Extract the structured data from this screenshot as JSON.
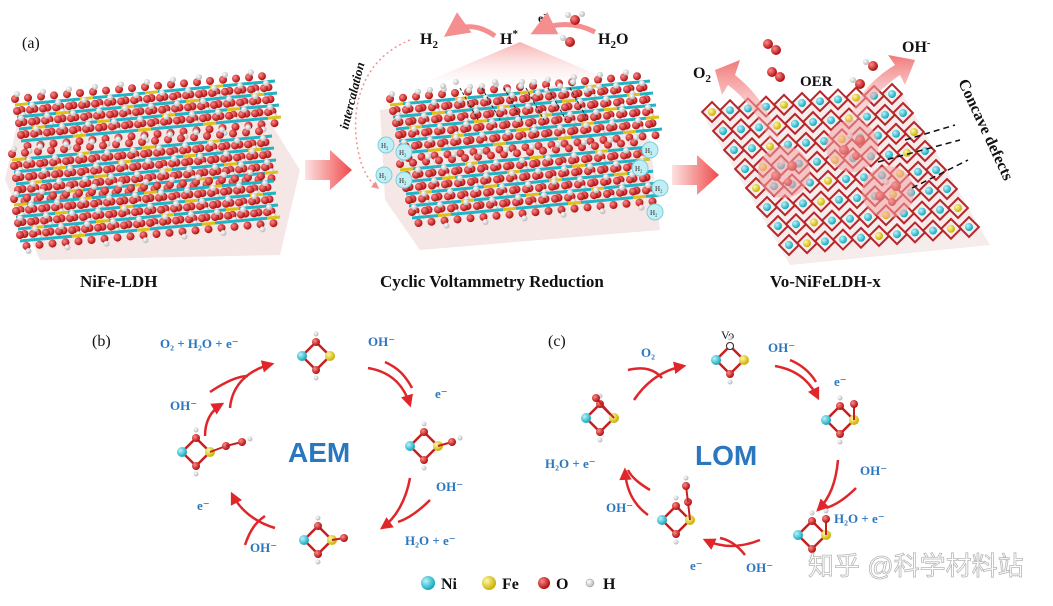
{
  "panels": {
    "a": {
      "label": "(a)",
      "captions": [
        "NiFe-LDH",
        "Cyclic Voltammetry Reduction",
        "Vo-NiFeLDH-x"
      ],
      "h2_top": "H",
      "h2_top_sub": "2",
      "h_star": "H",
      "h_star_sup": "*",
      "electron": "e",
      "electron_sup": "-",
      "h2o": "H",
      "h2o_sub": "2",
      "h2o_end": "O",
      "intercalation": "intercalation",
      "h2_bubble": "H₂",
      "o2": "O",
      "o2_sub": "2",
      "oer": "OER",
      "oh": "OH",
      "oh_sup": "-",
      "concave": "Concave defects"
    },
    "b": {
      "label": "(b)",
      "center": "AEM",
      "t_top_left": "O₂ + H₂O + e⁻",
      "t_left_oh": "OH⁻",
      "t_top_right_oh": "OH⁻",
      "t_right_e": "e⁻",
      "t_right_oh": "OH⁻",
      "t_right_h2o": "H₂O + e⁻",
      "t_left_e": "e⁻",
      "t_bottom_oh": "OH⁻"
    },
    "c": {
      "label": "(c)",
      "center": "LOM",
      "vo": "Vo",
      "t_o2": "O₂",
      "t_top_oh": "OH⁻",
      "t_right_e": "e⁻",
      "t_right_oh": "OH⁻",
      "t_right_h2o": "H₂O + e⁻",
      "t_left_h2o": "H₂O + e⁻",
      "t_left_oh": "OH⁻",
      "t_bottom_e": "e⁻",
      "t_bottom_oh": "OH⁻"
    }
  },
  "legend": {
    "ni": "Ni",
    "fe": "Fe",
    "o": "O",
    "h": "H"
  },
  "watermark": "知乎 @科学材料站",
  "colors": {
    "ni": "#2fc3d4",
    "fe": "#e8d426",
    "o": "#d21e1e",
    "h": "#f2f2f2",
    "text_blue": "#2a76bf",
    "arrow_red": "#e0262a",
    "arrow_pink": "#f58f8f"
  }
}
